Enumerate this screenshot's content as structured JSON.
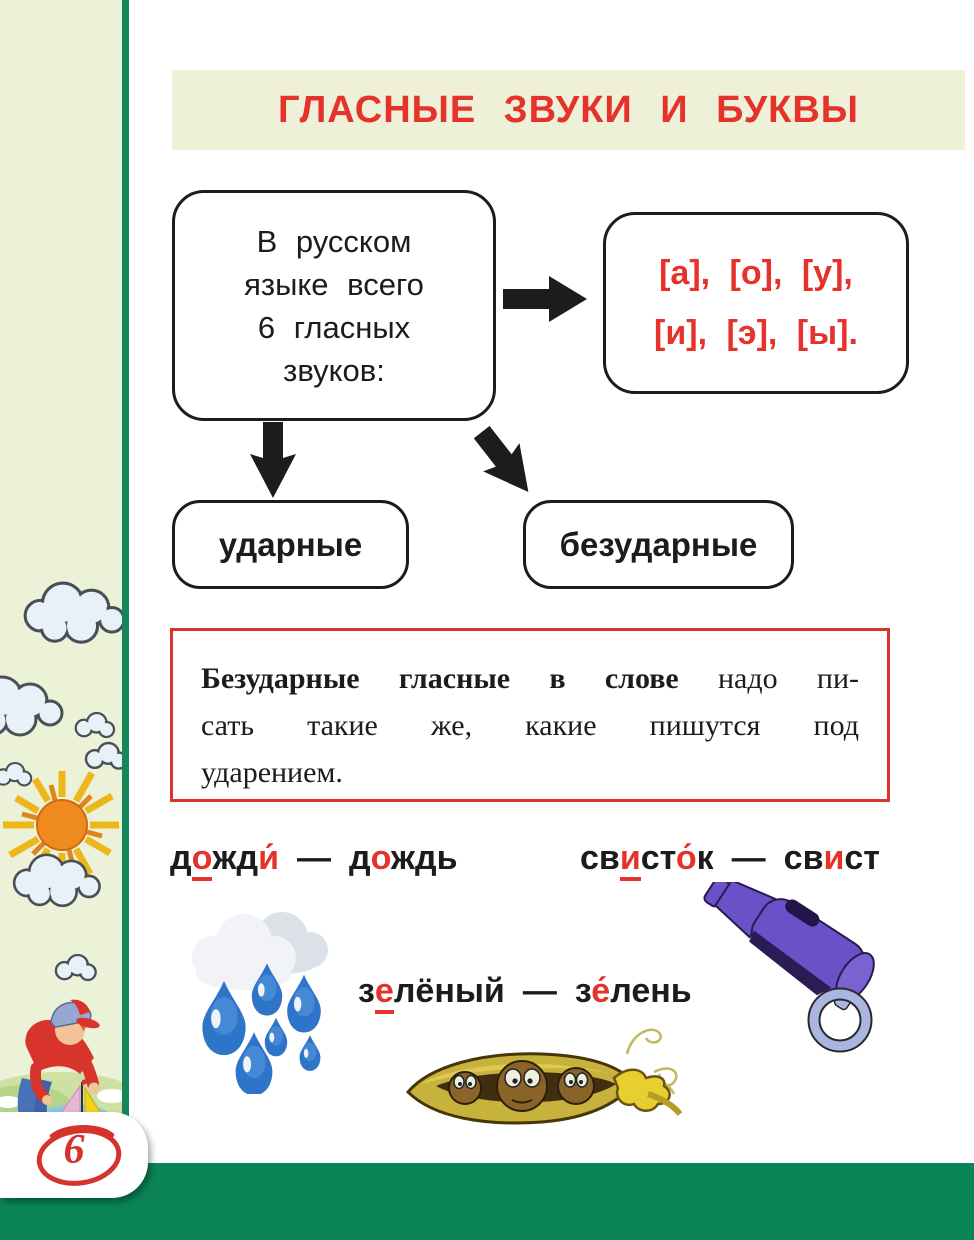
{
  "page": {
    "title": "ГЛАСНЫЕ  ЗВУКИ  И  БУКВЫ",
    "page_number": "6"
  },
  "colors": {
    "accent_red": "#e5332b",
    "rule_border_red": "#da352c",
    "banner_bg": "#eef0d8",
    "sidebar_bg": "#ecf2d8",
    "divider_green": "#17865a",
    "footer_green": "#0b8457",
    "text_black": "#1c1c1c"
  },
  "flowchart": {
    "intro_box": {
      "line1": "В русском",
      "line2": "языке всего",
      "line3": "6 гласных",
      "line4": "звуков:"
    },
    "sounds_box": {
      "line1": "[а], [о], [у],",
      "line2": "[и], [э], [ы]."
    },
    "stressed_label": "ударные",
    "unstressed_label": "безударные"
  },
  "rule_box": {
    "line1_bold": "Безударные гласные в слове",
    "line1_rest": " надо пи-",
    "line2": "сать такие же, какие пишутся под",
    "line3": "ударением."
  },
  "examples": {
    "dash": "—",
    "pair1_left": [
      {
        "t": "д"
      },
      {
        "t": "о",
        "red": true,
        "ul": true
      },
      {
        "t": "жд"
      },
      {
        "t": "и́",
        "red": true
      }
    ],
    "pair1_right": [
      {
        "t": "д"
      },
      {
        "t": "о",
        "red": true
      },
      {
        "t": "ждь"
      }
    ],
    "pair2_left": [
      {
        "t": "св"
      },
      {
        "t": "и",
        "red": true,
        "ul": true
      },
      {
        "t": "ст"
      },
      {
        "t": "о́",
        "red": true
      },
      {
        "t": "к"
      }
    ],
    "pair2_right": [
      {
        "t": "св"
      },
      {
        "t": "и",
        "red": true
      },
      {
        "t": "ст"
      }
    ],
    "pair3_left": [
      {
        "t": "з"
      },
      {
        "t": "е",
        "red": true,
        "ul": true
      },
      {
        "t": "лёный"
      }
    ],
    "pair3_right": [
      {
        "t": "з"
      },
      {
        "t": "е́",
        "red": true
      },
      {
        "t": "лень"
      }
    ]
  },
  "illustrations": {
    "sidebar": "clouds-and-sun",
    "bottom_left": "boy-with-toy-sailboat",
    "rain": "rain-cloud-with-drops",
    "whistle": "purple-whistle-with-ring",
    "pea_pod": "cartoon-pea-pod"
  }
}
